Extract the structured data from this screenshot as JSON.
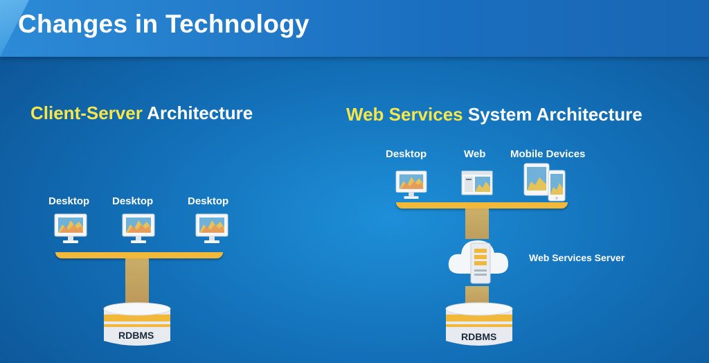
{
  "slide": {
    "title": "Changes in Technology"
  },
  "left": {
    "heading_highlight": "Client-Server",
    "heading_rest": " Architecture",
    "clients": [
      {
        "label": "Desktop"
      },
      {
        "label": "Desktop"
      },
      {
        "label": "Desktop"
      }
    ],
    "database": {
      "label": "RDBMS"
    }
  },
  "right": {
    "heading_highlight": "Web Services",
    "heading_rest": " System Architecture",
    "clients": [
      {
        "label": "Desktop"
      },
      {
        "label": "Web"
      },
      {
        "label": "Mobile Devices"
      }
    ],
    "server": {
      "label": "Web Services Server"
    },
    "database": {
      "label": "RDBMS"
    }
  },
  "colors": {
    "highlight": "#f6e64a",
    "bus": "#f2b83a",
    "background": "#1370b8"
  }
}
